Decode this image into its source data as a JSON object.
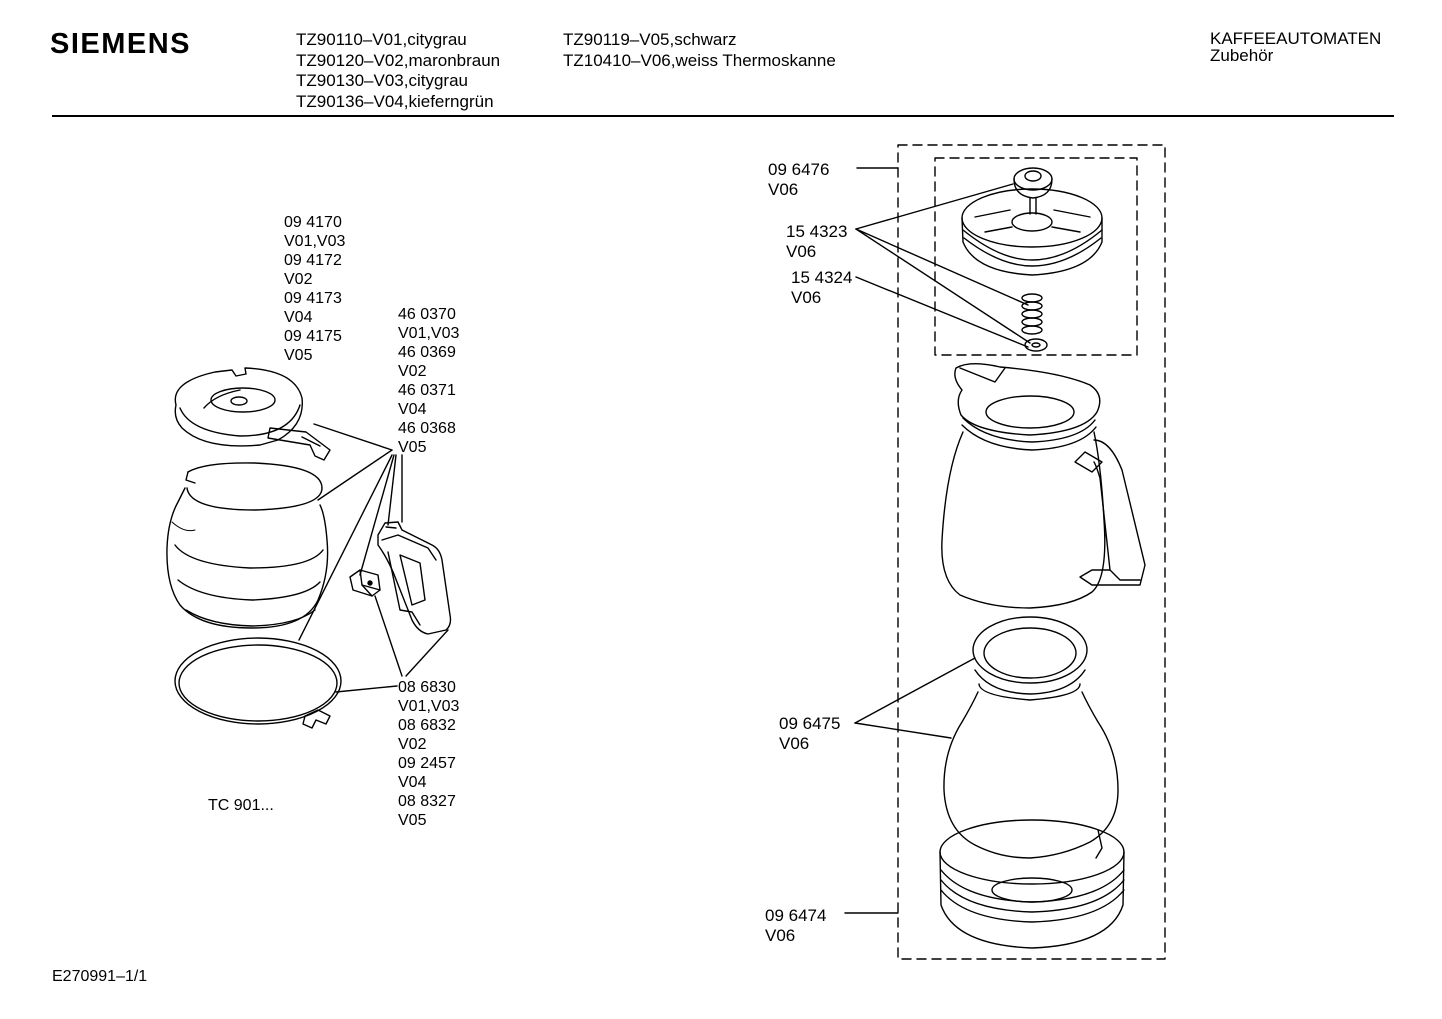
{
  "header": {
    "brand": "SIEMENS",
    "models_col1": [
      "TZ90110–V01,citygrau",
      "TZ90120–V02,maronbraun",
      "TZ90130–V03,citygrau",
      "TZ90136–V04,kieferngrün"
    ],
    "models_col2": [
      "TZ90119–V05,schwarz",
      "TZ10410–V06,weiss Thermoskanne"
    ],
    "category": "KAFFEEAUTOMATEN",
    "subcategory": "Zubehör"
  },
  "left_group": {
    "lid_parts": [
      "09 4170",
      "V01,V03",
      "09 4172",
      "V02",
      "09 4173",
      "V04",
      "09 4175",
      "V05"
    ],
    "carafe_parts": [
      "46 0370",
      "V01,V03",
      "46 0369",
      "V02",
      "46 0371",
      "V04",
      "46 0368",
      "V05"
    ],
    "handle_parts": [
      "08 6830",
      "V01,V03",
      "08 6832",
      "V02",
      "09 2457",
      "V04",
      "08 8327",
      "V05"
    ],
    "model_label": "TC 901..."
  },
  "right_group": {
    "part_096476": [
      "09 6476",
      "V06"
    ],
    "part_154323": [
      "15 4323",
      "V06"
    ],
    "part_154324": [
      "15 4324",
      "V06"
    ],
    "part_096475": [
      "09 6475",
      "V06"
    ],
    "part_096474": [
      "09 6474",
      "V06"
    ]
  },
  "footer": {
    "drawing_code": "E270991–1/1"
  }
}
